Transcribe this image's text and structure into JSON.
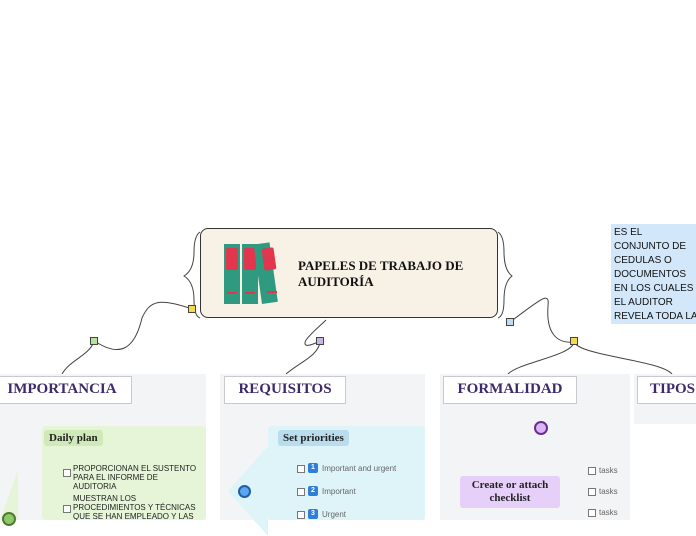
{
  "central": {
    "title": "PAPELES DE TRABAJO DE AUDITORÍA",
    "icon": "binders-icon"
  },
  "note": {
    "text": "ES EL CONJUNTO DE CEDULAS O DOCUMENTOS EN LOS CUALES EL AUDITOR REVELA TODA LA EVIDENCIA ENCONTRADA"
  },
  "branches": {
    "importancia": {
      "title": "IMPORTANCIA",
      "tag": "Daily plan",
      "tasks": [
        "PROPORCIONAN EL SUSTENTO PARA EL INFORME DE AUDITORIA",
        "MUESTRAN LOS PROCEDIMIENTOS Y TÉCNICAS QUE SE HAN EMPLEADO Y LAS CONCLUSIONES OBTENIDAS"
      ]
    },
    "requisitos": {
      "title": "REQUISITOS",
      "tag": "Set priorities",
      "items": [
        {
          "num": "1",
          "label": "Important and urgent"
        },
        {
          "num": "2",
          "label": "Important"
        },
        {
          "num": "3",
          "label": "Urgent"
        }
      ]
    },
    "formalidad": {
      "title": "FORMALIDAD",
      "tag": "Create or attach checklist",
      "tasks": [
        "tasks",
        "tasks",
        "tasks"
      ]
    },
    "tipos": {
      "title": "TIPOS"
    }
  },
  "colors": {
    "central_bg": "#f8f2e6",
    "note_bg": "#d2e8fa",
    "title_text": "#3d2a6c",
    "green_panel": "#e6f5d8",
    "blue_panel": "#dff4f8",
    "purple_tag": "#e6cff8",
    "blue_accent": "#2f7fd9"
  }
}
